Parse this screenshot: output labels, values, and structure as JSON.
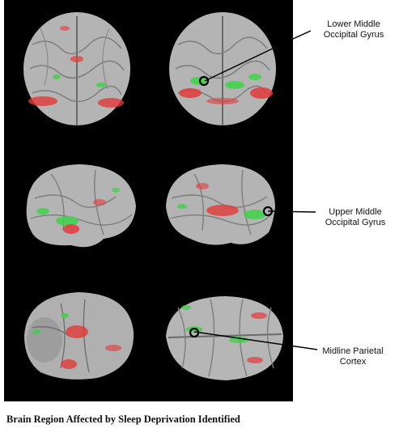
{
  "figure": {
    "background_color": "#000000",
    "brain_color": "#b8b8b8",
    "highlight_red": "#e23a3a",
    "highlight_green": "#3fd24a",
    "panels": [
      {
        "view": "posterior"
      },
      {
        "view": "posterior-marked"
      },
      {
        "view": "left-lateral"
      },
      {
        "view": "right-lateral"
      },
      {
        "view": "inferior"
      },
      {
        "view": "superior"
      }
    ]
  },
  "callouts": [
    {
      "line1": "Lower Middle",
      "line2": "Occipital Gyrus"
    },
    {
      "line1": "Upper Middle",
      "line2": "Occipital Gyrus"
    },
    {
      "line1": "Midline Parietal",
      "line2": "Cortex"
    }
  ],
  "caption": "Brain Region Affected by Sleep Deprivation Identified"
}
